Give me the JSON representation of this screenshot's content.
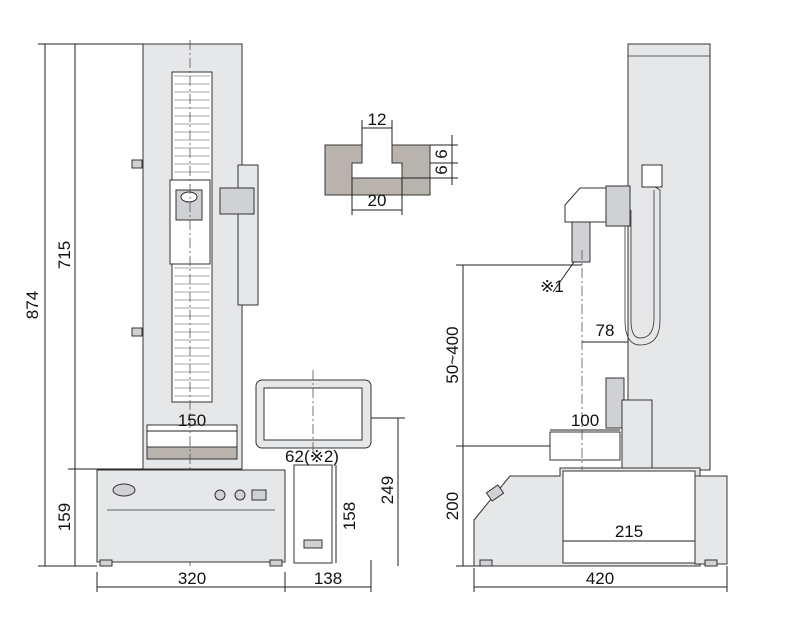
{
  "dimensions": {
    "front_total_height": "874",
    "front_column_height": "715",
    "front_base_height": "159",
    "front_width": "320",
    "table_width": "150",
    "controller_width": "138",
    "controller_height": "158",
    "monitor_height": "249",
    "note_62": "62(※2)",
    "tslot_top": "12",
    "tslot_bottom": "20",
    "tslot_depth_1": "6",
    "tslot_depth_2": "6",
    "stroke_range": "50~400",
    "note_1": "※1",
    "side_offset": "78",
    "side_table": "100",
    "side_base_height": "200",
    "side_inner_width": "215",
    "side_width": "420"
  }
}
